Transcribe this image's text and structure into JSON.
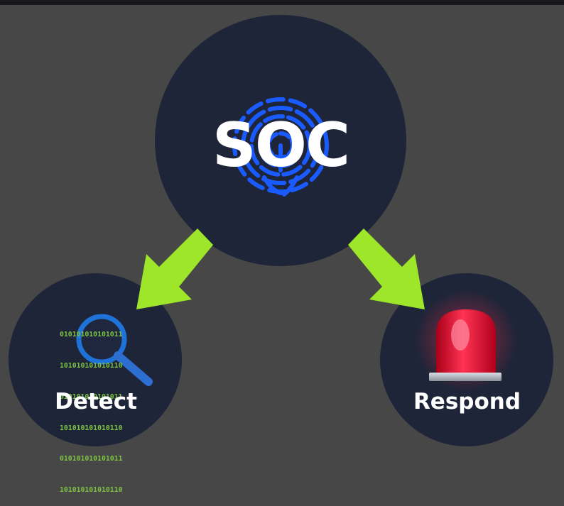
{
  "nodes": {
    "soc": {
      "label": "SOC"
    },
    "detect": {
      "label": "Detect"
    },
    "respond": {
      "label": "Respond"
    }
  },
  "binary_rows": [
    "010101010101011",
    "101010101010110",
    "010101010101011",
    "101010101010110",
    "010101010101011",
    "101010101010110"
  ],
  "colors": {
    "background": "#474747",
    "circle": "#1e2538",
    "arrow": "#9de629",
    "fingerprint": "#1a5bff",
    "binary": "#7cc243",
    "magnifier": "#1f73d8",
    "siren": "#e0102e"
  },
  "icons": {
    "soc": "fingerprint-icon",
    "detect": "magnifier-icon",
    "respond": "siren-icon"
  }
}
